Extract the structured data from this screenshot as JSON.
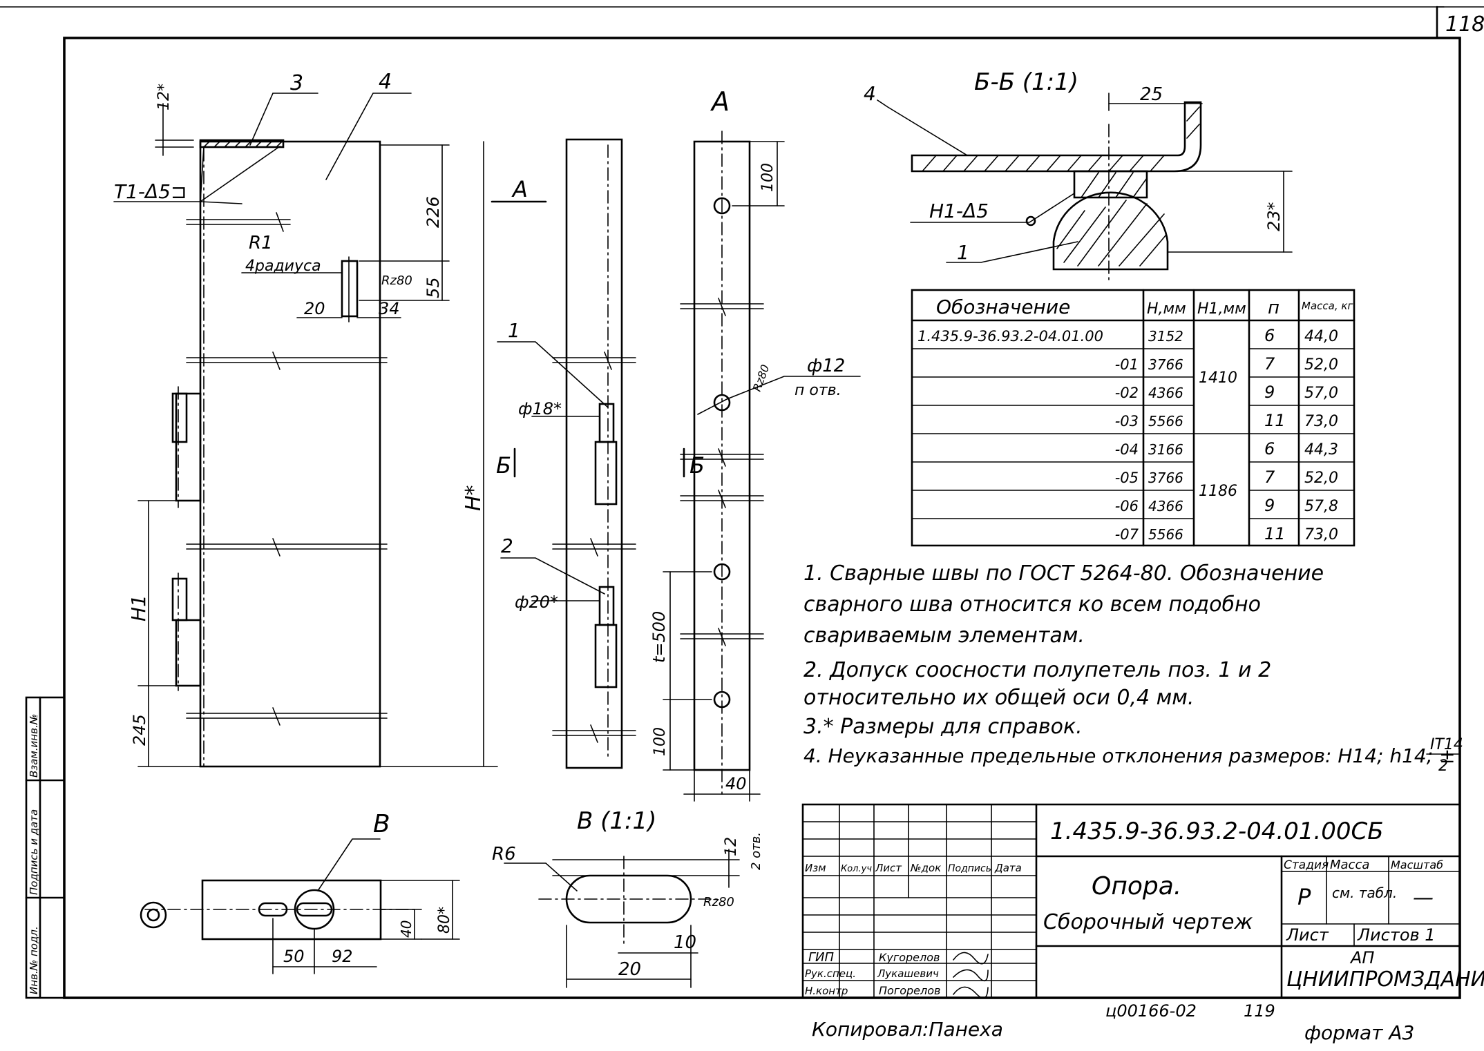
{
  "sheet": {
    "page_number": "118",
    "copied_by": "Копировал:Панеха",
    "format": "формат А3",
    "archive_no": "ц00166-02",
    "archive_sheet": "119"
  },
  "views": {
    "main": {
      "pos3": "3",
      "pos4": "4",
      "dim_12": "12*",
      "weld_t1": "T1-Δ5⊐",
      "r1": "R1",
      "r1_note": "4радиуса",
      "rz80": "Rz80",
      "dim_20": "20",
      "dim_34": "34",
      "dim_55": "55",
      "dim_226": "226",
      "dim_h": "H*",
      "dim_h1": "H1",
      "dim_245": "245",
      "section_a": "А",
      "section_b_left": "Б",
      "section_b_right": "Б"
    },
    "side": {
      "pos1": "1",
      "pos2": "2",
      "dia18": "ф18*",
      "dia20": "ф20*"
    },
    "view_a": {
      "title": "А",
      "dim_100_top": "100",
      "dim_100_bot": "100",
      "dim_40": "40",
      "t500": "t=500",
      "rz80": "Rz80",
      "dia12": "ф12",
      "holes": "п отв."
    },
    "section_bb": {
      "title": "Б-Б (1:1)",
      "pos4": "4",
      "pos1": "1",
      "dim_25": "25",
      "dim_23": "23*",
      "weld_h1": "H1-Δ5"
    },
    "view_b": {
      "title": "В",
      "dim_50": "50",
      "dim_92": "92",
      "dim_40": "40",
      "dim_80": "80*"
    },
    "detail_b": {
      "title": "В (1:1)",
      "r6": "R6",
      "rz80": "Rz80",
      "dim_12": "12",
      "two_holes": "2 отв.",
      "dim_10": "10",
      "dim_20": "20"
    }
  },
  "table": {
    "headers": [
      "Обозначение",
      "H,мм",
      "H1,мм",
      "п",
      "Масса, кг"
    ],
    "rows": [
      [
        "1.435.9-36.93.2-04.01.00",
        "3152",
        "",
        "6",
        "44,0"
      ],
      [
        "-01",
        "3766",
        "",
        "7",
        "52,0"
      ],
      [
        "-02",
        "4366",
        "1410",
        "9",
        "57,0"
      ],
      [
        "-03",
        "5566",
        "",
        "11",
        "73,0"
      ],
      [
        "-04",
        "3166",
        "",
        "6",
        "44,3"
      ],
      [
        "-05",
        "3766",
        "",
        "7",
        "52,0"
      ],
      [
        "-06",
        "4366",
        "1186",
        "9",
        "57,8"
      ],
      [
        "-07",
        "5566",
        "",
        "11",
        "73,0"
      ]
    ]
  },
  "notes": [
    "1. Сварные    швы   по ГОСТ  5264-80.  Обозначение",
    "сварного     шва    относится    ко  всем   подобно",
    "свариваемым     элементам.",
    "2. Допуск   соосности   полупетель   поз. 1 и 2",
    "относительно   их  общей   оси   0,4 мм.",
    "3.* Размеры    для   справок.",
    "4. Неуказанные   предельные  отклонения   размеров: H14; h14; ±",
    "IT14",
    "2"
  ],
  "title_block": {
    "code": "1.435.9-36.93.2-04.01.00СБ",
    "name": "Опора.",
    "doc_type": "Сборочный  чертеж",
    "col_heads": [
      "Изм",
      "Кол.уч",
      "Лист",
      "№док",
      "Подпись",
      "Дата"
    ],
    "stage_label": "Стадия",
    "mass_label": "Масса",
    "scale_label": "Масштаб",
    "stage": "Р",
    "mass": "см. табл.",
    "scale": "—",
    "sheet_label": "Лист",
    "sheets_label": "Листов 1",
    "role1": "ГИП",
    "role2": "Рук.спец.",
    "role3": "Н.контр",
    "name1": "Кугорелов",
    "name2": "Лукашевич",
    "name3": "Погорелов",
    "org1": "АП",
    "org2": "ЦНИИПРОМЗДАНИЙ"
  },
  "side_strip": [
    "Инв.№ подл.",
    "Подпись и дата",
    "Взам.инв.№"
  ]
}
